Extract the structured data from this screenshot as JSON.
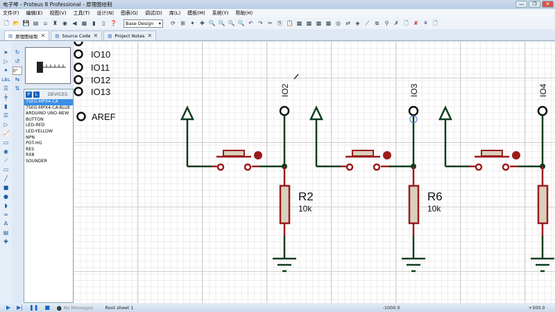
{
  "window": {
    "title": "电子琴 - Proteus 8 Professional - 原理图绘制",
    "controls": [
      "—",
      "❐",
      "✕"
    ]
  },
  "menu": [
    "文件(F)",
    "编辑(E)",
    "视图(V)",
    "工具(T)",
    "设计(N)",
    "图表(G)",
    "调试(D)",
    "库(L)",
    "模板(M)",
    "系统(Y)",
    "帮助(H)"
  ],
  "toolbar": {
    "design_select": "Base Design"
  },
  "tabs": [
    {
      "label": "原理图绘制",
      "active": true
    },
    {
      "label": "Source Code"
    },
    {
      "label": "Project Notes"
    }
  ],
  "tools": {
    "rotation": "0°"
  },
  "devices": {
    "header": "DEVICES",
    "p": "P",
    "l": "L",
    "items": [
      "7SEG-MPX4-CA",
      "7SEG-MPX4-CA-BLUE",
      "ARDUINO UNO-NEW",
      "BUTTON",
      "LED-RED",
      "LED-YELLOW",
      "NPN",
      "POT-HG",
      "RES",
      "RX8",
      "SOUNDER"
    ],
    "selected": "7SEG-MPX4-CA"
  },
  "schematic": {
    "pins": [
      "IO10",
      "IO11",
      "IO12",
      "IO13",
      "AREF"
    ],
    "circuits": [
      {
        "net": "IO2",
        "res": "R2",
        "value": "10k"
      },
      {
        "net": "IO3",
        "res": "R6",
        "value": "10k"
      },
      {
        "net": "IO4",
        "res": "",
        "value": ""
      }
    ],
    "colors": {
      "wire": "#0e3b1c",
      "component": "#9b1b1b",
      "resistor_fill": "#d8d0bd"
    }
  },
  "status": {
    "messages": "No Messages",
    "sheet": "Root sheet 1",
    "x": "-1000.0",
    "y": "+300.0"
  }
}
